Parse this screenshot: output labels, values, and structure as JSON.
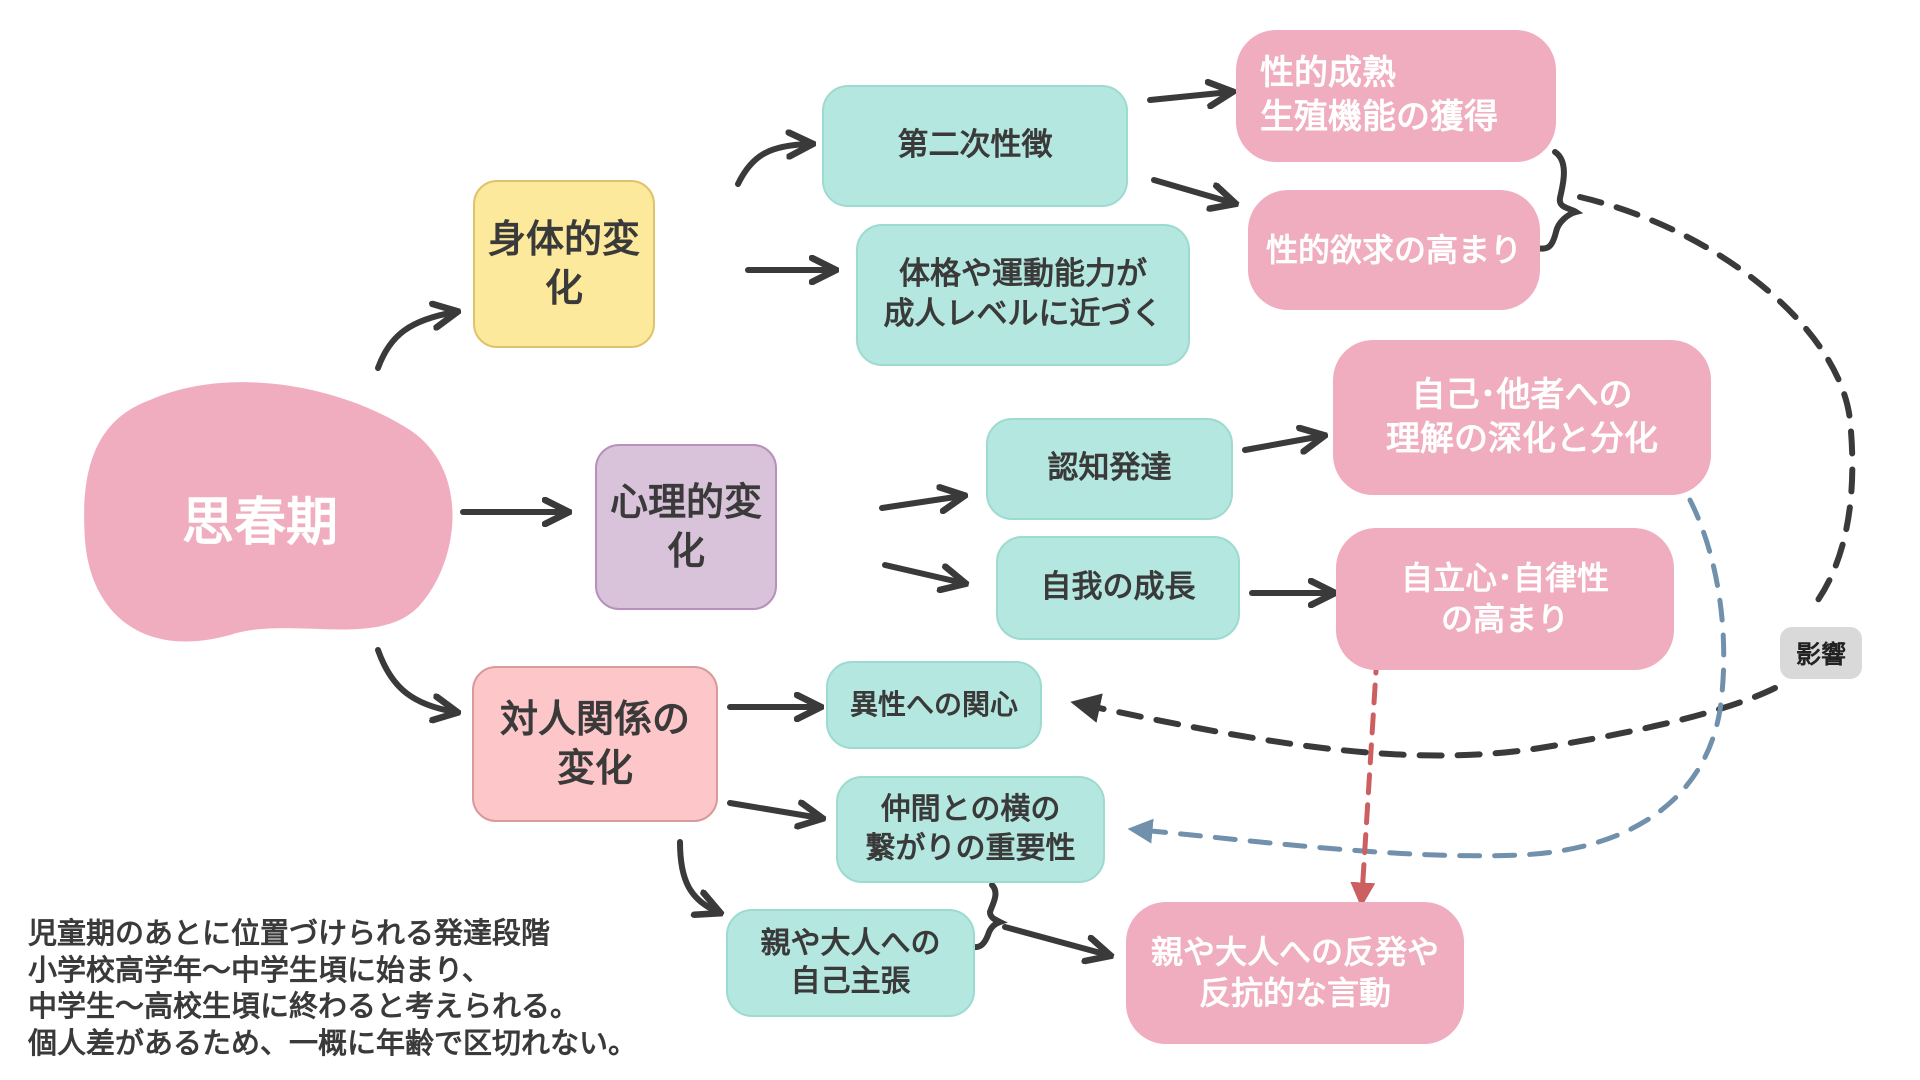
{
  "root": {
    "label": "思春期",
    "color": "#f0adbf"
  },
  "branches": {
    "physical": {
      "label": "身体的変化",
      "color": "#fde99b"
    },
    "psychological": {
      "label": "心理的変化",
      "color": "#d9c3da"
    },
    "interpersonal": {
      "label": "対人関係の\n変化",
      "color": "#fdc6c8"
    }
  },
  "subnodes": {
    "secondary_sex": "第二次性徴",
    "physique": "体格や運動能力が\n成人レベルに近づく",
    "cognition": "認知発達",
    "ego": "自我の成長",
    "opposite_sex": "異性への関心",
    "peers": "仲間との横の\n繋がりの重要性",
    "assertion": "親や大人への\n自己主張"
  },
  "outcomes": {
    "sexual_maturity": "性的成熟\n生殖機能の獲得",
    "sexual_desire": "性的欲求の高まり",
    "self_understanding": "自己･他者への\n理解の深化と分化",
    "autonomy": "自立心･自律性\nの高まり",
    "rebellion": "親や大人への反発や\n反抗的な言動"
  },
  "influence_label": "影響",
  "note_lines": [
    "児童期のあとに位置づけられる発達段階",
    "小学校高学年～中学生頃に始まり、",
    "中学生～高校生頃に終わると考えられる。",
    "個人差があるため、一概に年齢で区切れない。"
  ],
  "colors": {
    "teal": "#b4e7df",
    "pink": "#f0adbf",
    "arrow": "#3a3a3a",
    "influence_dash": "#3a3a3a",
    "blue_dash": "#7090ab",
    "red_dash": "#cc5f60"
  }
}
